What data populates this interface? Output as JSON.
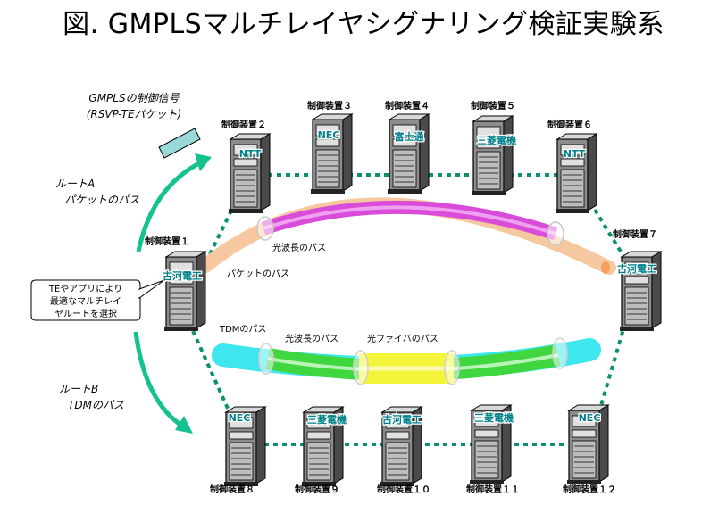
{
  "title": "図. GMPLSマルチレイヤシグナリング検証実験系",
  "colors": {
    "link": "#0a8f72",
    "arrow": "#13c28e",
    "vendor": "#00808a",
    "pink": "#d94cd9",
    "peach": "#f6c8a0",
    "cyan": "#3ee6ee",
    "green": "#3fd63f",
    "yellow": "#f4f43a"
  },
  "signal": {
    "line1": "GMPLSの制御信号",
    "line2": "(RSVP-TEパケット)"
  },
  "routeA": {
    "line1": "ルートA",
    "line2": "パケットのパス"
  },
  "routeB": {
    "line1": "ルートB",
    "line2": "TDMのパス"
  },
  "callout": {
    "line1": "TEやアプリにより",
    "line2": "最適なマルチレイ",
    "line3": "ヤルートを選択"
  },
  "paths": {
    "wavelength_top": "光波長のパス",
    "packet": "パケットのパス",
    "tdm": "TDMのパス",
    "wavelength_bottom": "光波長のパス",
    "fiber": "光ファイバのパス"
  },
  "devices": [
    {
      "id": "1",
      "label": "制御装置１",
      "vendor": "古河電工"
    },
    {
      "id": "2",
      "label": "制御装置２",
      "vendor": "NTT"
    },
    {
      "id": "3",
      "label": "制御装置３",
      "vendor": "NEC"
    },
    {
      "id": "4",
      "label": "制御装置４",
      "vendor": "富士通"
    },
    {
      "id": "5",
      "label": "制御装置５",
      "vendor": "三菱電機"
    },
    {
      "id": "6",
      "label": "制御装置６",
      "vendor": "NTT"
    },
    {
      "id": "7",
      "label": "制御装置７",
      "vendor": "古河電工"
    },
    {
      "id": "8",
      "label": "制御装置８",
      "vendor": "NEC"
    },
    {
      "id": "9",
      "label": "制御装置９",
      "vendor": "三菱電機"
    },
    {
      "id": "10",
      "label": "制御装置１０",
      "vendor": "古河電工"
    },
    {
      "id": "11",
      "label": "制御装置１１",
      "vendor": "三菱電機"
    },
    {
      "id": "12",
      "label": "制御装置１２",
      "vendor": "NEC"
    }
  ]
}
